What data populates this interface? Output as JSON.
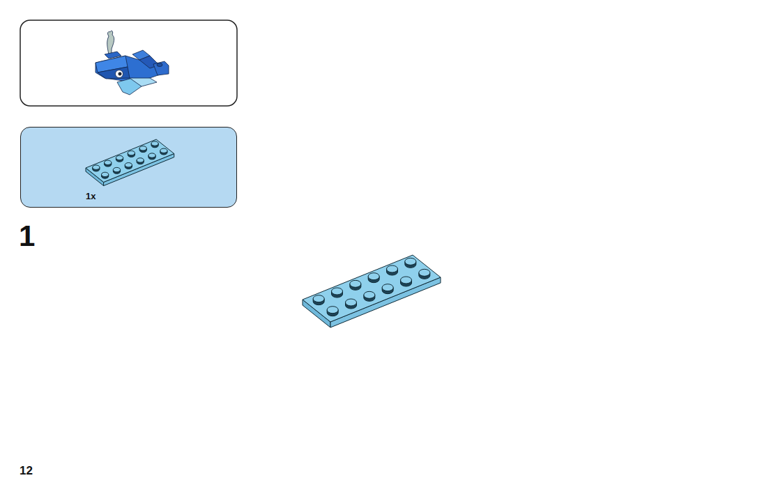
{
  "diagram": {
    "nodes": [
      {
        "text": [
          "1x"
        ]
      }
    ],
    "labels": [
      "1",
      "12"
    ]
  }
}
